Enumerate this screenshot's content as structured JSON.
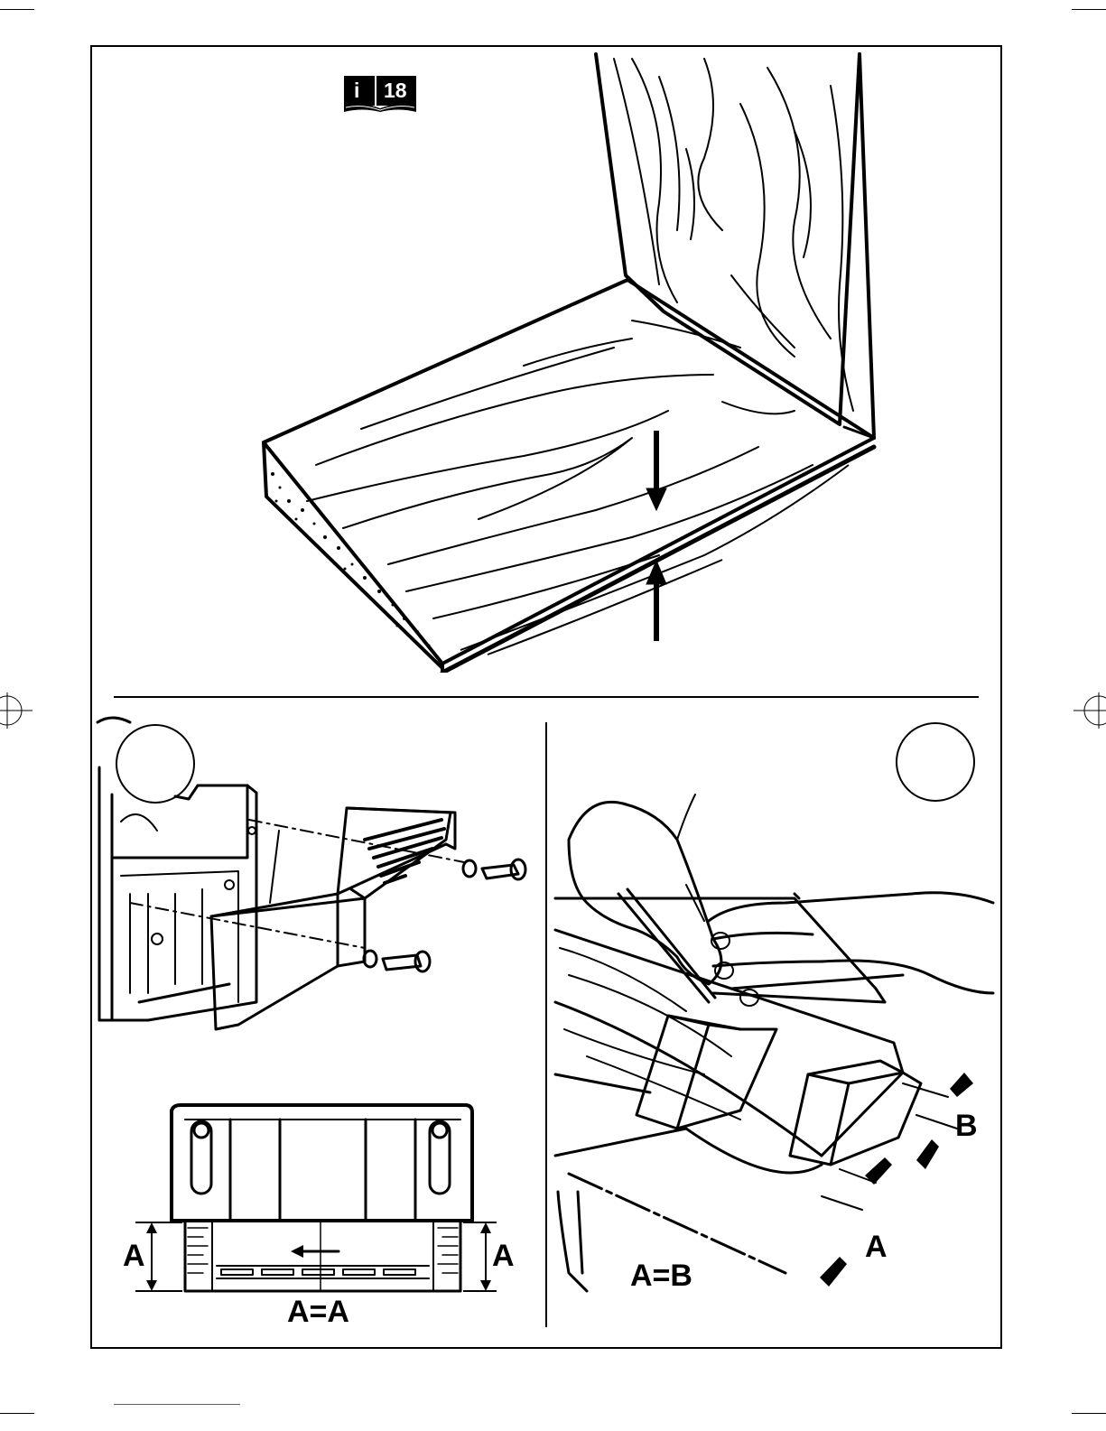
{
  "header": {
    "badge": {
      "icon": "info-book-icon",
      "number": "18",
      "letter": "i"
    }
  },
  "panel_top": {
    "illustration": "board-thickness-arrows-illustration"
  },
  "panel_left": {
    "illustration_top": "fence-assembly-illustration",
    "illustration_bottom": "fence-scale-illustration",
    "label_left": "A",
    "label_right": "A",
    "caption": "A=A"
  },
  "panel_right": {
    "illustration": "square-marking-illustration",
    "label_b": "B",
    "label_a": "A",
    "caption": "A=B"
  },
  "colors": {
    "ink": "#000000",
    "paper": "#ffffff",
    "accent_line": "#3b5bd6"
  }
}
